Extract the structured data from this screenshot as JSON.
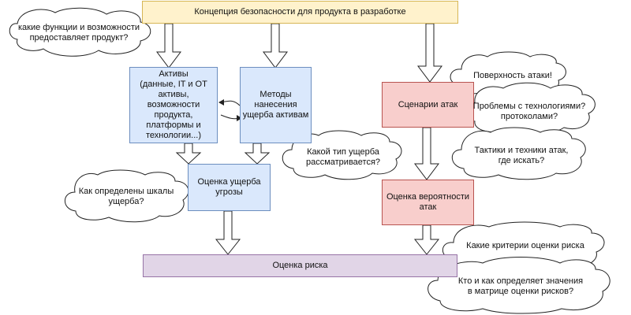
{
  "diagram": {
    "title_box": "Концепция безопасности для продукта в разработке",
    "assets_box": "Активы\n(данные, IT и OT\nактивы,\nвозможности\nпродукта,\nплатформы и\nтехнологии...)",
    "methods_box": "Методы\nнанесения\nущерба активам",
    "damage_box": "Оценка ущерба\nугрозы",
    "scenarios_box": "Сценарии атак",
    "probability_box": "Оценка вероятности\nатак",
    "risk_box": "Оценка риска",
    "bubbles": {
      "functions": "какие функции и возможности\nпредоставляет продукт?",
      "attack_surface": "Поверхность атаки!",
      "tech_problems": "Проблемы с технологиями?\nпротоколами?",
      "damage_type": "Какой тип ущерба\nрассматривается?",
      "tactics": "Тактики и техники атак,\nгде искать?",
      "damage_scales": "Как определены шкалы\nущерба?",
      "risk_criteria": "Какие критерии оценки риска",
      "risk_matrix": "Кто и как определяет значения\nв матрице оценки рисков?"
    },
    "colors": {
      "title_fill": "#fff2cc",
      "blue_fill": "#dae8fc",
      "red_fill": "#f8cecc",
      "purple_fill": "#e1d5e7"
    }
  }
}
